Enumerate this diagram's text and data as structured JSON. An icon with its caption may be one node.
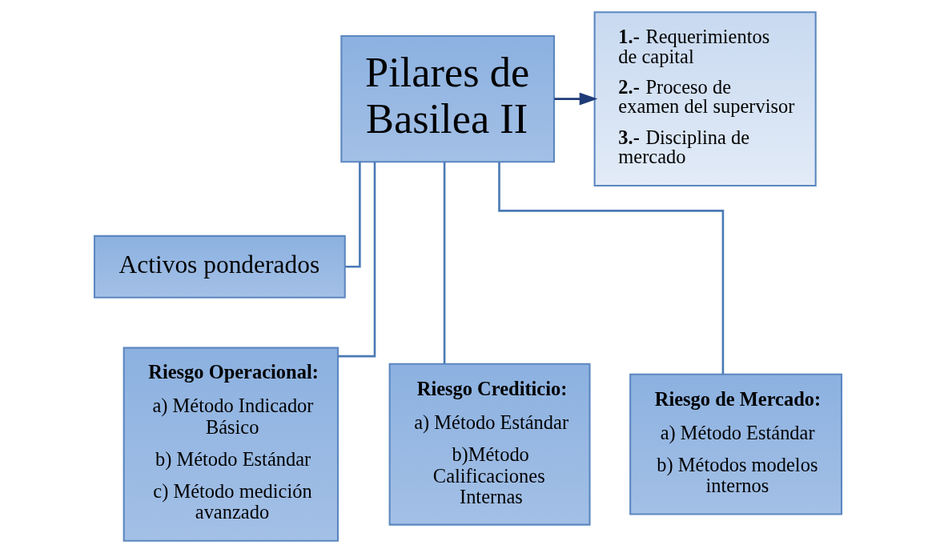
{
  "diagram": {
    "nodes": [
      {
        "text": [
          "Pilares de Basilea II"
        ]
      },
      {
        "text": [
          "**1.-** Requerimientos de capital",
          "**2.-** Proceso de examen del supervisor",
          "**3.-** Disciplina de mercado"
        ]
      },
      {
        "text": [
          "Activos ponderados"
        ]
      },
      {
        "text": [
          "Riesgo Crediticio:",
          "a) Método Estándar",
          "b)Método Calificaciones  Internas"
        ]
      },
      {
        "text": [
          "Riesgo Operacional:",
          "a) Método Indicador Básico",
          "b) Método Estándar",
          "c) Método medición avanzado"
        ]
      },
      {
        "text": [
          "Riesgo de Mercado:",
          "a) Método Estándar",
          "b) Métodos modelos internos"
        ]
      }
    ],
    "edges": [
      {
        "from": 0,
        "to": 1,
        "arrow": "to"
      },
      {
        "from": 0,
        "to": 2,
        "arrow": "none"
      },
      {
        "from": 0,
        "to": 3,
        "arrow": "none"
      },
      {
        "from": 0,
        "to": 4,
        "arrow": "none"
      },
      {
        "from": 0,
        "to": 5,
        "arrow": "none"
      }
    ]
  }
}
